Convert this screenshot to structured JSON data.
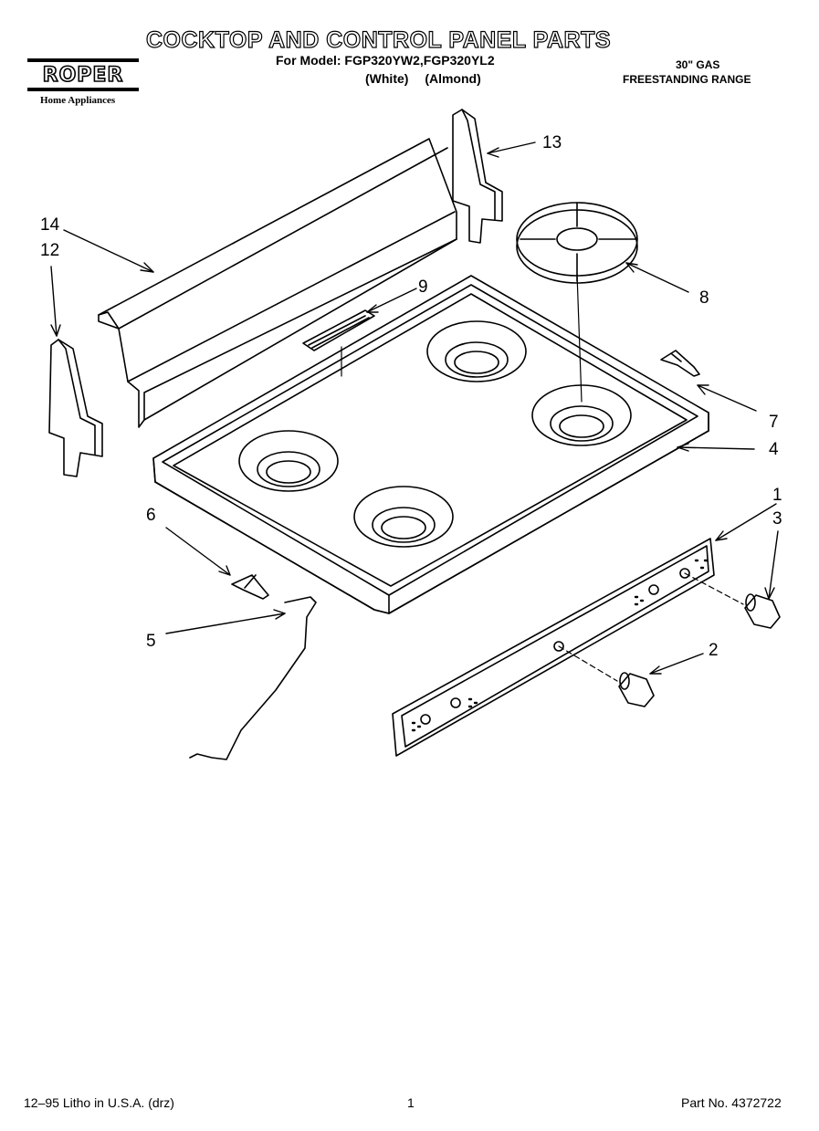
{
  "header": {
    "title": "COCKTOP AND CONTROL PANEL PARTS",
    "model_line": "For Model: FGP320YW2,FGP320YL2",
    "colors_line": "(White) (Almond)",
    "range_size": "30\" GAS",
    "range_type": "FREESTANDING RANGE"
  },
  "brand": {
    "name": "ROPER",
    "tagline": "Home Appliances"
  },
  "callouts": [
    "1",
    "2",
    "3",
    "4",
    "5",
    "6",
    "7",
    "8",
    "9",
    "12",
    "13",
    "14"
  ],
  "footer": {
    "litho": "12–95 Litho in U.S.A. (drz)",
    "page": "1",
    "part_no": "Part No. 4372722"
  }
}
